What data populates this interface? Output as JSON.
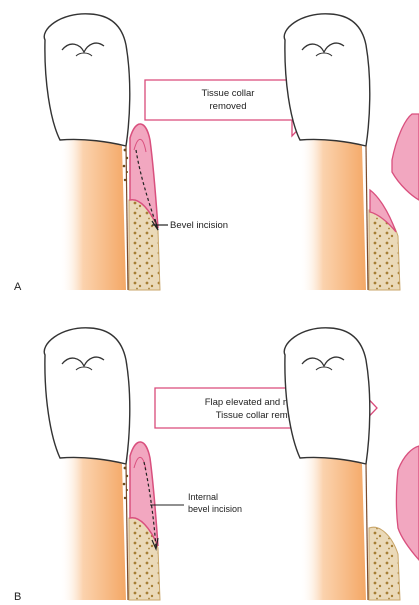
{
  "panel_a": {
    "letter": "A",
    "arrow_text_line1": "Tissue collar",
    "arrow_text_line2": "removed",
    "callout": "Bevel incision"
  },
  "panel_b": {
    "letter": "B",
    "arrow_text_line1": "Flap elevated and reflected",
    "arrow_text_line2": "Tissue collar removed",
    "callout_line1": "Internal",
    "callout_line2": "bevel incision"
  },
  "colors": {
    "enamel": "#ffffff",
    "outline": "#333333",
    "root_dentin": "#f6b27a",
    "gingiva": "#f2a7c0",
    "gingiva_dark": "#d9507e",
    "bone": "#ead9b8",
    "bone_marrow": "#b08a3c",
    "arrow": "#d94a7a"
  }
}
